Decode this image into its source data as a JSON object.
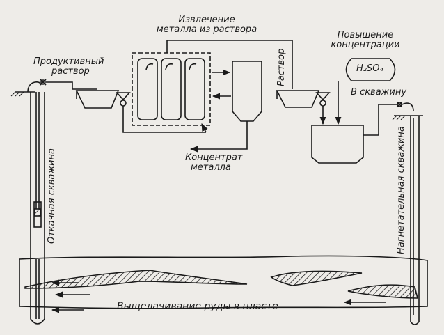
{
  "labels": {
    "productive_solution": [
      "Продуктивный",
      "раствор"
    ],
    "metal_extraction": [
      "Извлечение",
      "металла из раствора"
    ],
    "concentration_increase": [
      "Повышение",
      "концентрации"
    ],
    "reagent": "H₂SO₄",
    "solution": "Раствор",
    "to_well": "В скважину",
    "metal_concentrate": [
      "Концентрат",
      "металла"
    ],
    "pumping_well": "Откачная скважина",
    "injection_well": "Нагнетательная скважина",
    "leaching": "Выщелачивание руды в пласте"
  },
  "colors": {
    "line": "#1a1a1a",
    "background": "#eeece8"
  }
}
